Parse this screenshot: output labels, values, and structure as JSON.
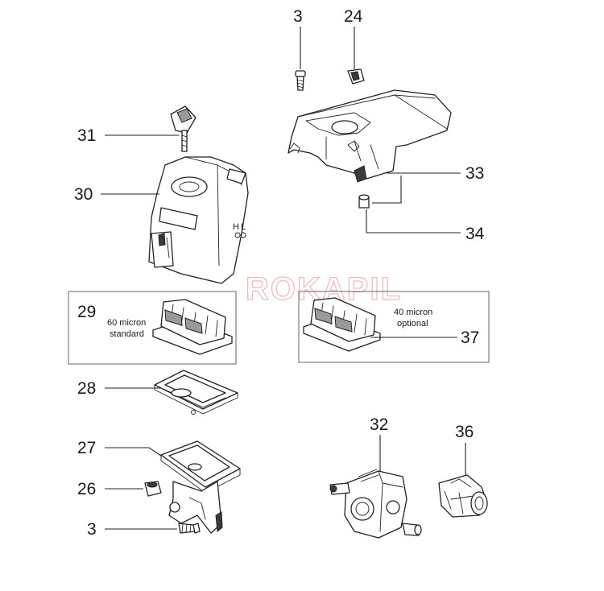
{
  "watermark": "ROKAPIL",
  "callouts": {
    "c3_top": "3",
    "c24": "24",
    "c31": "31",
    "c30": "30",
    "c33": "33",
    "c34": "34",
    "c29": "29",
    "c37": "37",
    "c28": "28",
    "c27": "27",
    "c26": "26",
    "c3_bottom": "3",
    "c32": "32",
    "c36": "36"
  },
  "notes": {
    "filter_standard_line1": "60 micron",
    "filter_standard_line2": "standard",
    "filter_optional_line1": "40 micron",
    "filter_optional_line2": "optional"
  },
  "cover_marking": {
    "h": "H",
    "l": "L"
  }
}
